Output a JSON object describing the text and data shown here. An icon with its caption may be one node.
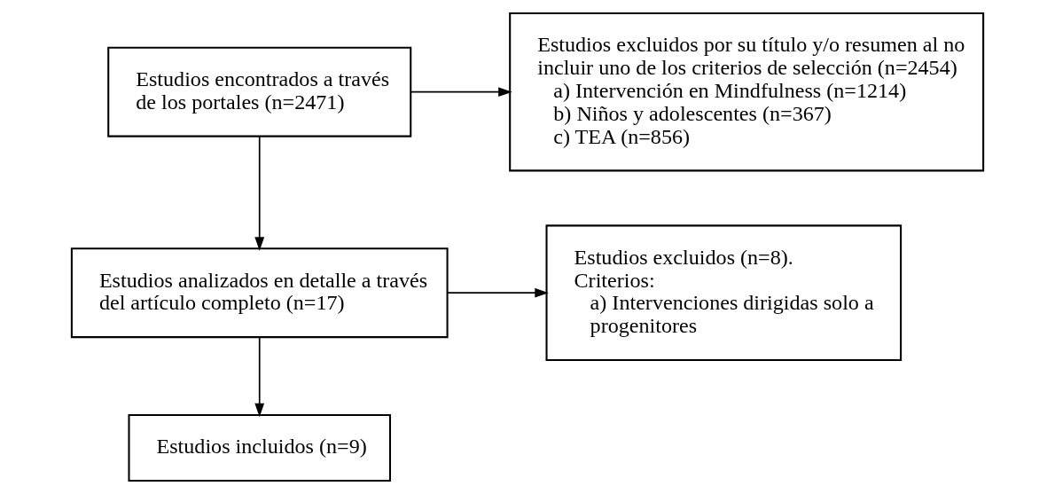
{
  "diagram": {
    "nodes": [
      {
        "text": [
          "Estudios encontrados a través de los portales (n=2471)"
        ]
      },
      {
        "text": [
          "Estudios excluidos por su título y/o resumen al no incluir uno de los criterios de selección (n=2454)",
          "a) Intervención en Mindfulness (n=1214)",
          "b) Niños y adolescentes (n=367)",
          "c) TEA (n=856)"
        ]
      },
      {
        "text": [
          "Estudios analizados en detalle a través del artículo completo (n=17)"
        ]
      },
      {
        "text": [
          "Estudios excluidos (n=8). Criterios:",
          "a) Intervenciones dirigidas solo a progenitores"
        ]
      },
      {
        "text": [
          "Estudios incluidos (n=9)"
        ]
      }
    ],
    "edges": [
      {
        "from": 0,
        "to": 1,
        "arrow": "to"
      },
      {
        "from": 0,
        "to": 2,
        "arrow": "to"
      },
      {
        "from": 2,
        "to": 3,
        "arrow": "to"
      },
      {
        "from": 2,
        "to": 4,
        "arrow": "to"
      }
    ]
  }
}
